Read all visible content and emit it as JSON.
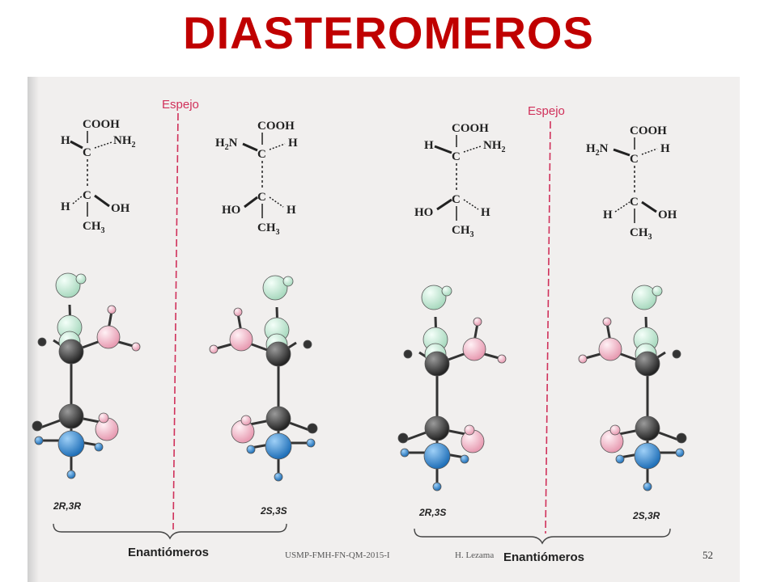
{
  "title": "DIASTEROMEROS",
  "mirror_label": "Espejo",
  "atoms": {
    "cooh": "COOH",
    "h": "H",
    "nh2_right": "NH",
    "nh2_left_main": "H",
    "nh2_left_sub": "2",
    "nh2_left_tail": "N",
    "two": "2",
    "c": "C",
    "oh": "OH",
    "ho": "HO",
    "ch3": "CH",
    "three": "3"
  },
  "configurations": [
    "2R,3R",
    "2S,3S",
    "2R,3S",
    "2S,3R"
  ],
  "group_labels": [
    "Enantiómeros",
    "Enantiómeros"
  ],
  "footer": {
    "course": "USMP-FMH-FN-QM-2015-I",
    "author": "H. Lezama",
    "page": "52"
  },
  "colors": {
    "title": "#c00000",
    "mirror": "#d0305a",
    "carbon": "#3a3a3a",
    "oxygen_green": "#c9ecd9",
    "oxygen_pink": "#f2b8c8",
    "nitrogen_blue": "#3d8fd4"
  }
}
